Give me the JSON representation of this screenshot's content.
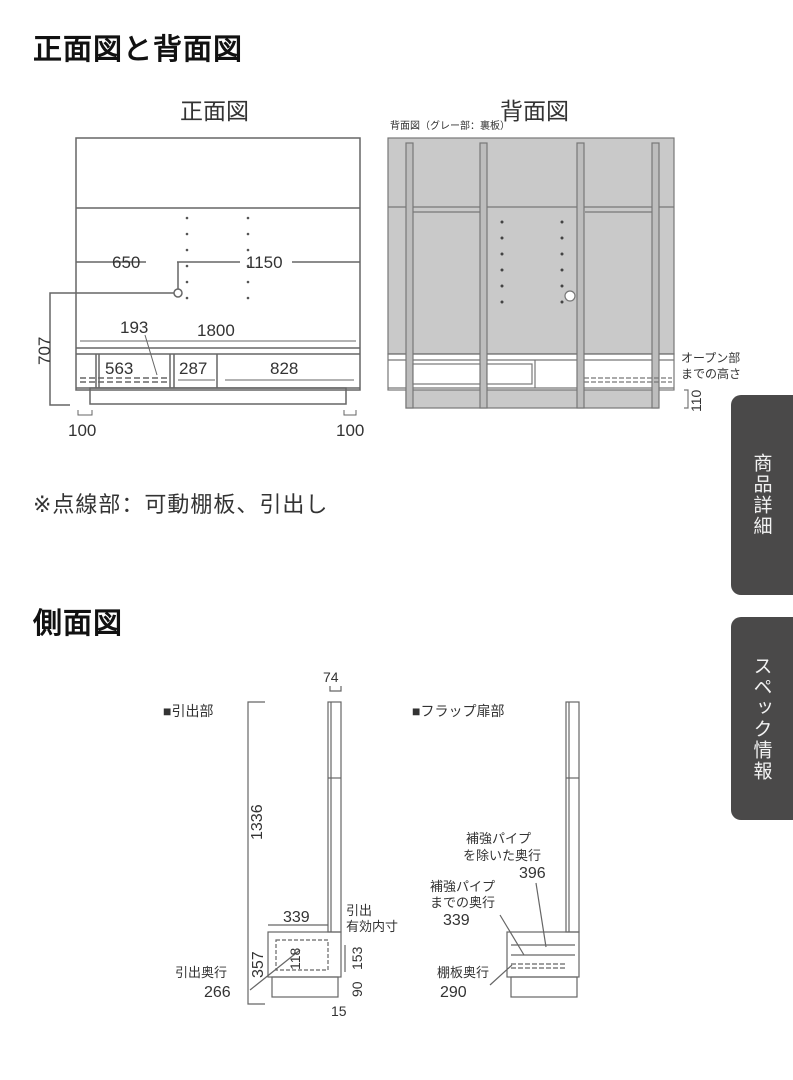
{
  "section_front_back": {
    "heading": "正面図と背面図",
    "front": {
      "title": "正面図",
      "dims": {
        "d650": "650",
        "d1150": "1150",
        "d707": "707",
        "d193": "193",
        "d1800": "1800",
        "d563": "563",
        "d287": "287",
        "d828": "828",
        "d100_left": "100",
        "d100_right": "100"
      }
    },
    "back": {
      "title": "背面図",
      "caption": "背面図（グレー部：裏板）",
      "open_label_1": "オープン部",
      "open_label_2": "までの高さ",
      "d110": "110"
    },
    "note": "※点線部：可動棚板、引出し"
  },
  "section_side": {
    "heading": "側面図",
    "drawer": {
      "label": "■引出部",
      "d74": "74",
      "d1336": "1336",
      "d339": "339",
      "d357": "357",
      "d118": "118",
      "d153": "153",
      "d90": "90",
      "d15": "15",
      "inner_label_1": "引出",
      "inner_label_2": "有効内寸",
      "depth_label": "引出奥行",
      "depth_value": "266"
    },
    "flap": {
      "label": "■フラップ扉部",
      "pipe_excl_1": "補強パイプ",
      "pipe_excl_2": "を除いた奥行",
      "pipe_excl_value": "396",
      "pipe_to_1": "補強パイプ",
      "pipe_to_2": "までの奥行",
      "pipe_to_value": "339",
      "shelf_label": "棚板奥行",
      "shelf_value": "290"
    }
  },
  "side_tabs": [
    {
      "label": "商品詳細"
    },
    {
      "label": "スペック情報"
    }
  ],
  "colors": {
    "tab_bg": "#4a4949",
    "back_panel": "#c9c9c9",
    "line": "#555555"
  }
}
